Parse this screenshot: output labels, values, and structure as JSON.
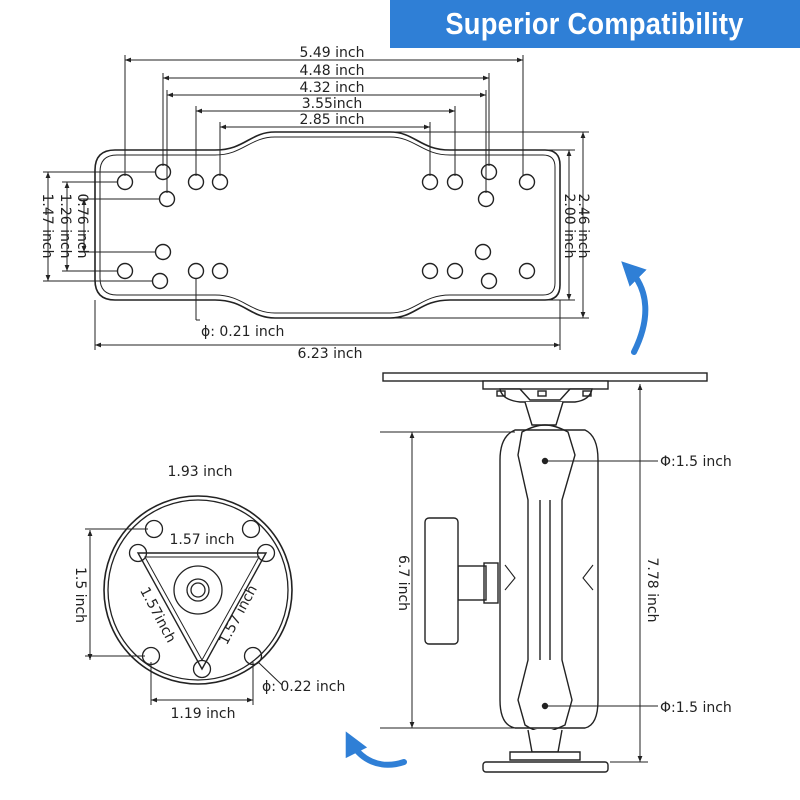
{
  "banner": {
    "title": "Superior Compatibility",
    "bg_color": "#2f7fd6",
    "text_color": "#ffffff"
  },
  "plate_diagram": {
    "horizontal_dims": [
      "5.49 inch",
      "4.48 inch",
      "4.32 inch",
      "3.55inch",
      "2.85 inch"
    ],
    "overall_width": "6.23 inch",
    "left_dims": [
      "0.76 inch",
      "1.26 inch",
      "1.47 inch"
    ],
    "right_dims": [
      "2.00 inch",
      "2.46 inch"
    ],
    "hole_diameter": "ϕ:  0.21 inch"
  },
  "round_base": {
    "diameter": "1.93 inch",
    "triangle_top": "1.57 inch",
    "triangle_left": "1.57inch",
    "triangle_right": "1.57 inch",
    "left_height": "1.5 inch",
    "bottom_width": "1.19 inch",
    "hole_diameter": "ϕ:  0.22 inch"
  },
  "arm_diagram": {
    "ball_top": "Φ:1.5 inch",
    "ball_bottom": "Φ:1.5 inch",
    "arm_length": "6.7 inch",
    "total_length": "7.78 inch"
  },
  "arrows": {
    "color": "#2f7fd6",
    "icons": [
      "rotate-arrow-icon",
      "rotate-arrow-icon"
    ]
  }
}
